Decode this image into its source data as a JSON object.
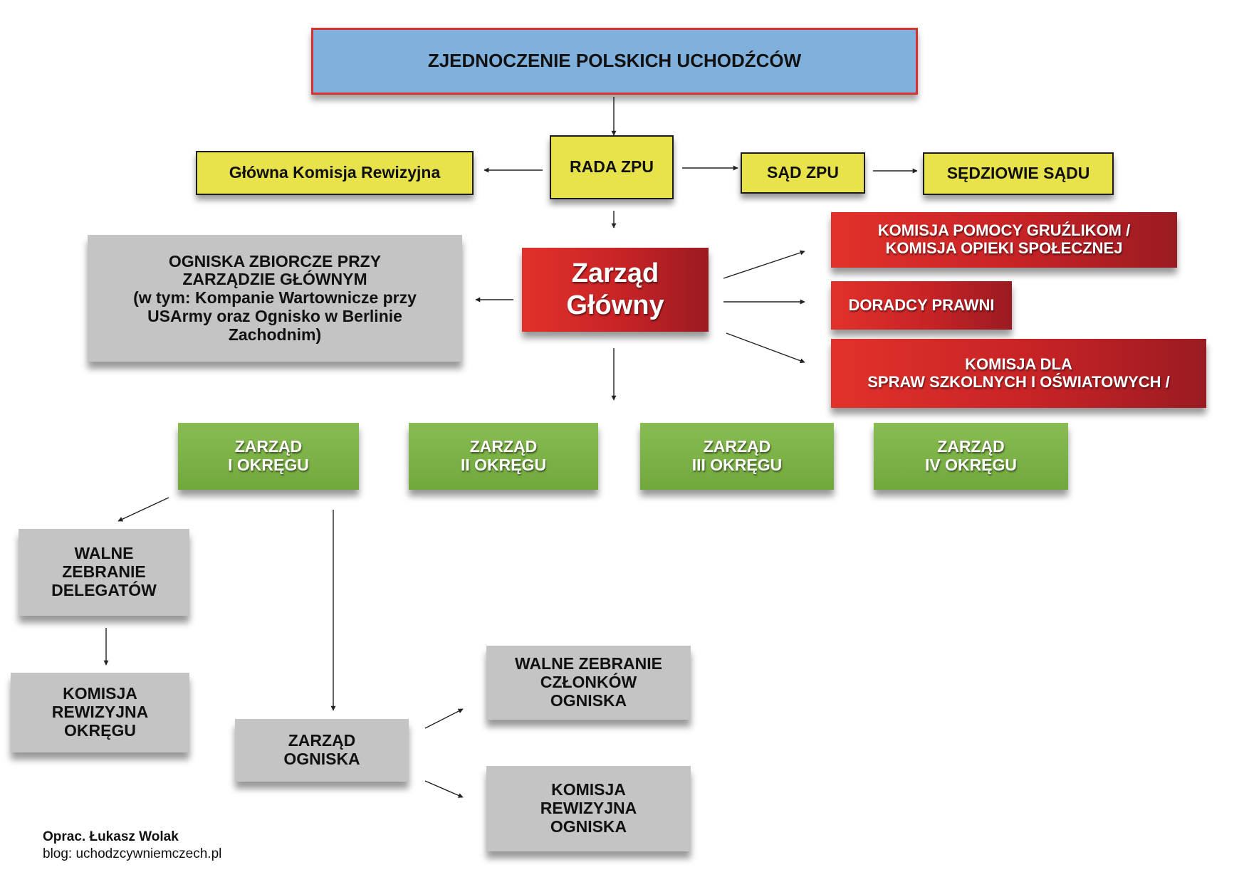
{
  "title": "ZJEDNOCZENIE POLSKICH UCHODŹCÓW",
  "boxes": {
    "rada": "RADA ZPU",
    "komisja_rewizyjna_glowna": "Główna Komisja Rewizyjna",
    "sad": "SĄD ZPU",
    "sedziowie": "SĘDZIOWIE SĄDU",
    "zarzad_glowny": "Zarząd\nGłówny",
    "ogniska_zbiorcze": "OGNISKA ZBIORCZE PRZY\nZARZĄDZIE GŁÓWNYM\n(w tym: Kompanie Wartownicze przy\nUSArmy oraz Ognisko w Berlinie\nZachodnim)",
    "komisja_pomocy": "KOMISJA POMOCY GRUŹLIKOM /\nKOMISJA OPIEKI SPOŁECZNEJ",
    "doradcy": "DORADCY PRAWNI",
    "komisja_szkolna": "KOMISJA DLA\nSPRAW SZKOLNYCH I OŚWIATOWYCH /",
    "okreg1": "ZARZĄD\nI OKRĘGU",
    "okreg2": "ZARZĄD\nII OKRĘGU",
    "okreg3": "ZARZĄD\nIII OKRĘGU",
    "okreg4": "ZARZĄD\nIV OKRĘGU",
    "walne_delegatow": "WALNE\nZEBRANIE\nDELEGATÓW",
    "komisja_okregu": "KOMISJA\nREWIZYJNA\nOKRĘGU",
    "zarzad_ogniska": "ZARZĄD\nOGNISKA",
    "walne_czlonkow": "WALNE ZEBRANIE\nCZŁONKÓW\nOGNISKA",
    "komisja_ogniska": "KOMISJA\nREWIZYJNA\nOGNISKA"
  },
  "credit": {
    "author": "Oprac. Łukasz Wolak",
    "blog": "blog: uchodzcywniemczech.pl"
  },
  "colors": {
    "top_fill": "#80b0dc",
    "top_border": "#d8312e",
    "yellow": "#e8e34a",
    "red": "#c62326",
    "green": "#78ad42",
    "gray": "#c4c4c4"
  }
}
